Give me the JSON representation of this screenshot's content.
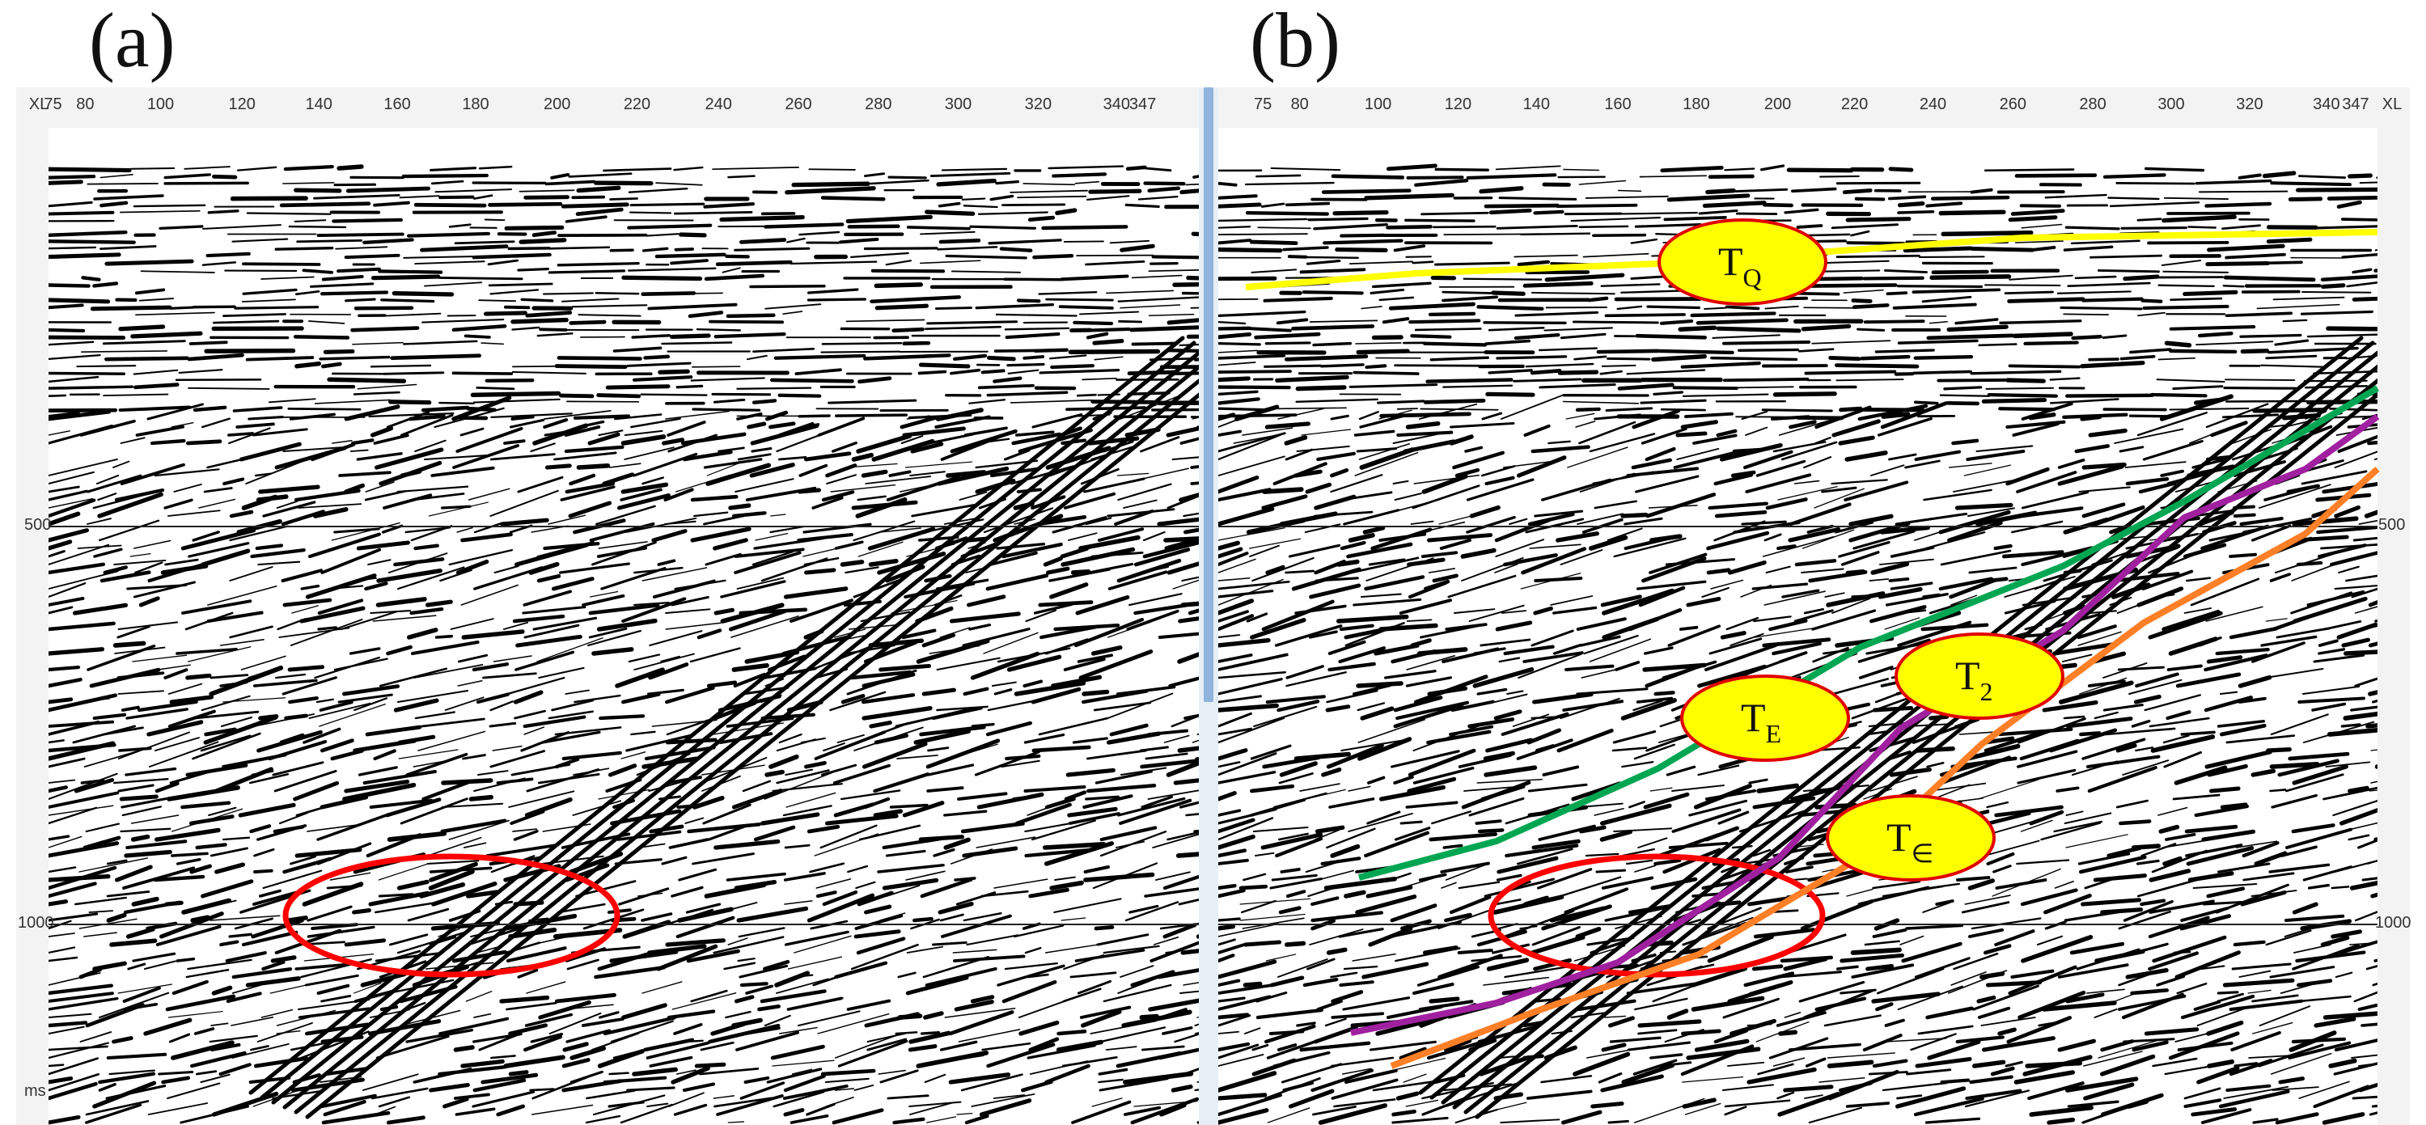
{
  "panels": [
    {
      "label": "(a)"
    },
    {
      "label": "(b)"
    }
  ],
  "xaxis": {
    "unit": "XL",
    "ticks": [
      "75",
      "80",
      "100",
      "120",
      "140",
      "160",
      "180",
      "200",
      "220",
      "240",
      "260",
      "280",
      "300",
      "320",
      "340",
      "347"
    ]
  },
  "yaxis": {
    "unit": "ms",
    "ticks": [
      "500",
      "1000"
    ]
  },
  "horizons": [
    {
      "name": "TQ",
      "main": "T",
      "sub": "Q",
      "color": "#ffff00"
    },
    {
      "name": "TE",
      "main": "T",
      "sub": "E",
      "color": "#00a651"
    },
    {
      "name": "T2",
      "main": "T",
      "sub": "2",
      "color": "#a020a0"
    },
    {
      "name": "T∈",
      "main": "T",
      "sub": "∈",
      "color": "#ff7f27"
    }
  ],
  "colors": {
    "highlight_ellipse": "#ff0000",
    "label_fill": "#ffff00",
    "label_stroke": "#e00000"
  }
}
